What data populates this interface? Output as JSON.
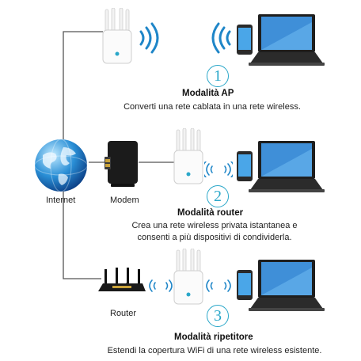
{
  "labels": {
    "internet": "Internet",
    "modem": "Modem",
    "router": "Router"
  },
  "modes": [
    {
      "number": "1",
      "title": "Modalità AP",
      "lines": [
        "Converti una rete cablata in una rete wireless."
      ]
    },
    {
      "number": "2",
      "title": "Modalità router",
      "lines": [
        "Crea una rete wireless privata istantanea e",
        "consenti a più dispositivi di condividerla."
      ]
    },
    {
      "number": "3",
      "title": "Modalità ripetitore",
      "lines": [
        "Estendi la copertura WiFi di una rete wireless esistente."
      ]
    }
  ],
  "colors": {
    "accent": "#2aa7c9",
    "wifi": "#1f86c8",
    "line": "#555555"
  },
  "icons": [
    "globe-icon",
    "modem-icon",
    "router-icon",
    "repeater-icon",
    "laptop-icon",
    "phone-icon",
    "wifi-icon"
  ]
}
